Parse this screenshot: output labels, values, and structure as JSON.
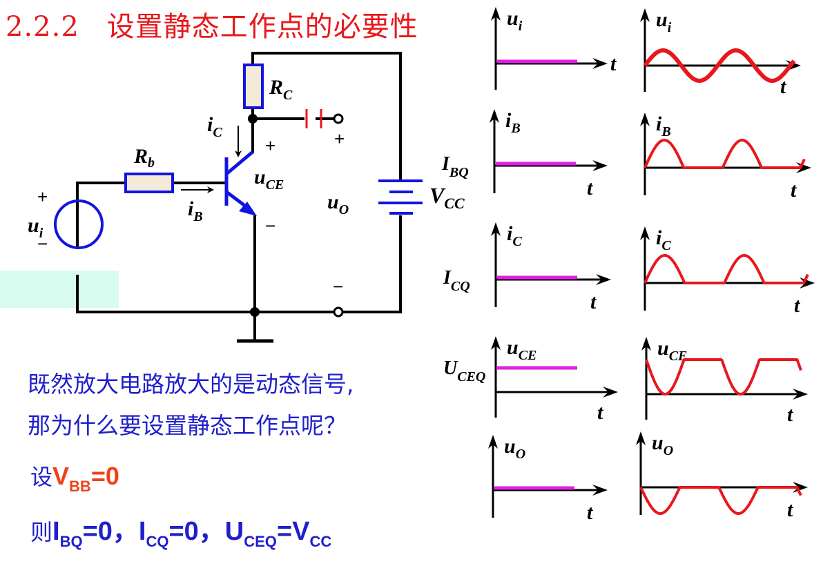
{
  "slide": {
    "title_number": "2.2.2",
    "title_text": "设置静态工作点的必要性",
    "colors": {
      "title": "#e8171b",
      "body_text": "#1f1fcc",
      "highlight": "#f0421a",
      "component_blue": "#1414e0",
      "resistor_fill": "#f3ead8",
      "capacitor": "#e8171b",
      "static_waveform": "#e020e0",
      "dynamic_waveform": "#e8171b",
      "wire": "#000000",
      "band": "#d8fbf0"
    }
  },
  "circuit": {
    "labels": {
      "Rb": {
        "main": "R",
        "sub": "b"
      },
      "Rc": {
        "main": "R",
        "sub": "C"
      },
      "ui": {
        "main": "u",
        "sub": "i"
      },
      "iB": {
        "main": "i",
        "sub": "B"
      },
      "iC": {
        "main": "i",
        "sub": "C"
      },
      "uCE": {
        "main": "u",
        "sub": "CE"
      },
      "uO": {
        "main": "u",
        "sub": "O"
      },
      "Vcc": {
        "main": "V",
        "sub": "CC"
      }
    },
    "signs": {
      "plus": "+",
      "minus": "−"
    }
  },
  "text": {
    "question_line1": "既然放大电路放大的是动态信号,",
    "question_line2": "那为什么要设置静态工作点呢？",
    "assume_prefix": "设",
    "assume_V": "V",
    "assume_V_sub": "BB",
    "assume_rest": "=0",
    "then_prefix": "则",
    "ibq_main": "I",
    "ibq_sub": "BQ",
    "ibq_val": "=0，",
    "icq_main": "I",
    "icq_sub": "CQ",
    "icq_val": "=0，",
    "uceq_main": "U",
    "uceq_sub": "CEQ",
    "uceq_eq": "=V",
    "uceq_val_sub": "CC"
  },
  "chart_data": [
    {
      "type": "line",
      "title": "u_i (static)",
      "ylabel_main": "u",
      "ylabel_sub": "i",
      "xlabel": "t",
      "level_label_main": "",
      "level_label_sub": "",
      "series": [
        {
          "name": "u_i",
          "shape": "constant",
          "level": 0
        }
      ]
    },
    {
      "type": "line",
      "title": "u_i (dynamic)",
      "ylabel_main": "u",
      "ylabel_sub": "i",
      "xlabel": "t",
      "series": [
        {
          "name": "u_i",
          "shape": "sine",
          "cycles": 2,
          "amplitude": 1,
          "offset": 0
        }
      ]
    },
    {
      "type": "line",
      "title": "i_B (static)",
      "ylabel_main": "i",
      "ylabel_sub": "B",
      "xlabel": "t",
      "level_label_main": "I",
      "level_label_sub": "BQ",
      "series": [
        {
          "name": "i_B",
          "shape": "constant",
          "level": 0
        }
      ]
    },
    {
      "type": "line",
      "title": "i_B (dynamic)",
      "ylabel_main": "i",
      "ylabel_sub": "B",
      "xlabel": "t",
      "series": [
        {
          "name": "i_B",
          "shape": "half-wave-positive",
          "cycles": 2,
          "amplitude": 1,
          "offset": 0
        }
      ]
    },
    {
      "type": "line",
      "title": "i_C (static)",
      "ylabel_main": "i",
      "ylabel_sub": "C",
      "xlabel": "t",
      "level_label_main": "I",
      "level_label_sub": "CQ",
      "series": [
        {
          "name": "i_C",
          "shape": "constant",
          "level": 0
        }
      ]
    },
    {
      "type": "line",
      "title": "i_C (dynamic)",
      "ylabel_main": "i",
      "ylabel_sub": "C",
      "xlabel": "t",
      "series": [
        {
          "name": "i_C",
          "shape": "half-wave-positive",
          "cycles": 2,
          "amplitude": 1,
          "offset": 0
        }
      ]
    },
    {
      "type": "line",
      "title": "u_CE (static)",
      "ylabel_main": "u",
      "ylabel_sub": "CE",
      "xlabel": "t",
      "level_label_main": "U",
      "level_label_sub": "CEQ",
      "series": [
        {
          "name": "u_CE",
          "shape": "constant",
          "level": 1
        }
      ]
    },
    {
      "type": "line",
      "title": "u_CE (dynamic)",
      "ylabel_main": "u",
      "ylabel_sub": "CE",
      "xlabel": "t",
      "series": [
        {
          "name": "u_CE",
          "shape": "half-wave-negative",
          "cycles": 2,
          "amplitude": 1,
          "offset": 1
        }
      ]
    },
    {
      "type": "line",
      "title": "u_O (static)",
      "ylabel_main": "u",
      "ylabel_sub": "O",
      "xlabel": "t",
      "series": [
        {
          "name": "u_O",
          "shape": "constant",
          "level": 0
        }
      ]
    },
    {
      "type": "line",
      "title": "u_O (dynamic)",
      "ylabel_main": "u",
      "ylabel_sub": "O",
      "xlabel": "t",
      "series": [
        {
          "name": "u_O",
          "shape": "half-wave-negative",
          "cycles": 2,
          "amplitude": 1,
          "offset": 0
        }
      ]
    }
  ]
}
